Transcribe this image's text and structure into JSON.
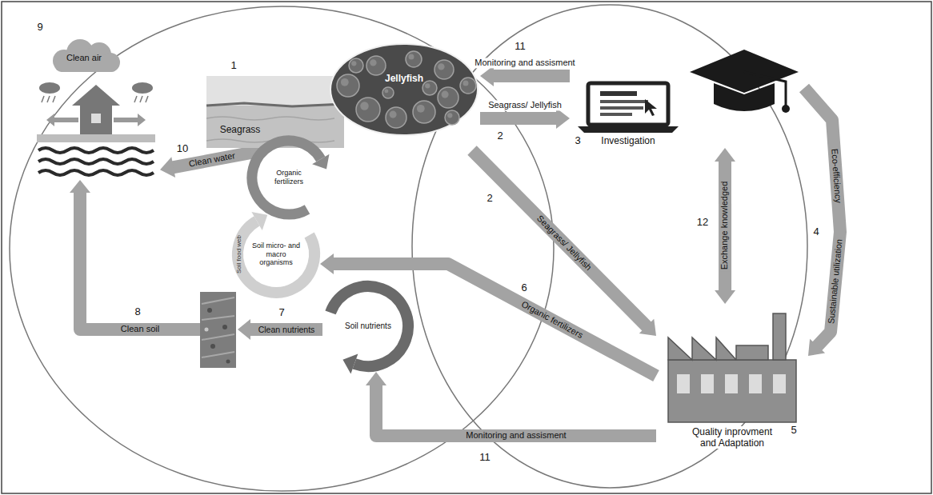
{
  "diagram": {
    "nodes": [
      {
        "text": [
          "Seagrass",
          "Jellyfish"
        ]
      },
      {
        "text": [
          "Investigation"
        ]
      },
      {
        "text": [
          "Quality inprovment and Adaptation"
        ]
      },
      {
        "text": [
          "Clean air"
        ]
      },
      {
        "text": [
          "Organic fertilizers"
        ]
      },
      {
        "text": [
          "Soil micro- and macro organisms"
        ]
      },
      {
        "text": [
          "Soil nutrients"
        ]
      }
    ],
    "edges": [
      {
        "from": 0,
        "to": 1,
        "label": "Seagrass/ Jellyfish",
        "arrow": "to"
      },
      {
        "from": 0,
        "to": 2,
        "label": "Seagrass/ Jellyfish",
        "arrow": "to"
      },
      {
        "from": 1,
        "to": 0,
        "label": "Monitoring and assisment",
        "arrow": "to"
      },
      {
        "from": 1,
        "to": 2,
        "label": "Exchange knowledged",
        "arrow": "both"
      },
      {
        "from": 1,
        "to": 2,
        "label": "Eco-efficiency",
        "arrow": "to"
      },
      {
        "from": 2,
        "to": 5,
        "label": "Organic fertilizers",
        "arrow": "to"
      },
      {
        "from": 2,
        "to": 6,
        "label": "Monitoring and assisment",
        "arrow": "to"
      },
      {
        "from": 3,
        "to": 0,
        "label": "Clean water",
        "arrow": "both"
      }
    ],
    "labels": [
      "1",
      "9",
      "11",
      "2",
      "3",
      "2",
      "10",
      "12",
      "4",
      "Sustainable utilization",
      "Soil food web",
      "6",
      "7",
      "Clean nutrients",
      "8",
      "Clean soil",
      "5",
      "11"
    ]
  }
}
